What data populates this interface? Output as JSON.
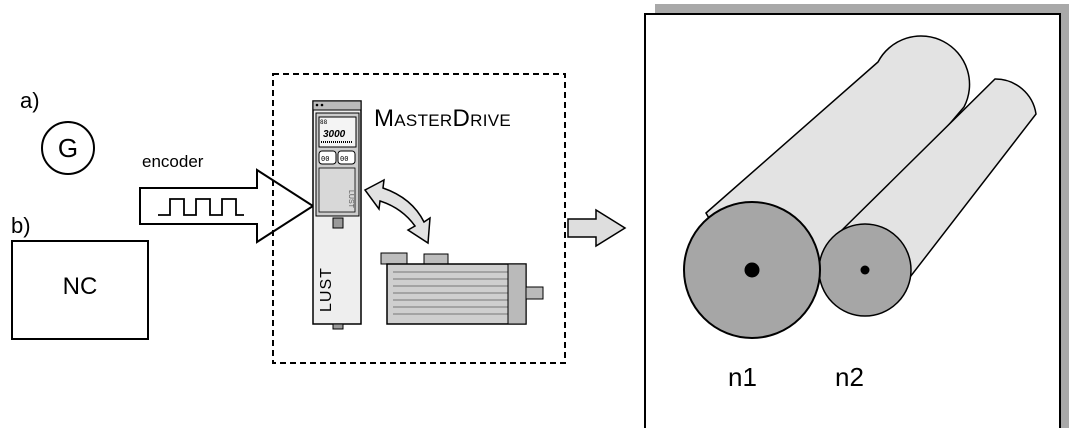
{
  "labels": {
    "option_a": "a)",
    "option_b": "b)",
    "generator_symbol": "G",
    "nc_box": "NC",
    "encoder": "encoder",
    "product_name": "MasterDrive",
    "product_name_parts": {
      "m": "M",
      "aster": "ASTER",
      "d": "D",
      "rive": "RIVE"
    },
    "drive_brand": "LUST",
    "display_value": "3000",
    "roll1": "n1",
    "roll2": "n2"
  },
  "icons": [
    "generator-icon",
    "nc-controller-icon",
    "encoder-signal-arrow-icon",
    "servo-drive-icon",
    "servo-motor-icon",
    "bidirectional-arrow-icon",
    "process-arrow-icon",
    "roller-pair-icon"
  ],
  "colors": {
    "line": "#000000",
    "roll_face": "#a6a6a6",
    "roll_body": "#e3e3e3",
    "panel_shadow": "#a9a9a9",
    "drive_body": "#e8e8e8",
    "motor_body": "#c8c8c8",
    "arrow_fill": "#dcdcdc"
  }
}
